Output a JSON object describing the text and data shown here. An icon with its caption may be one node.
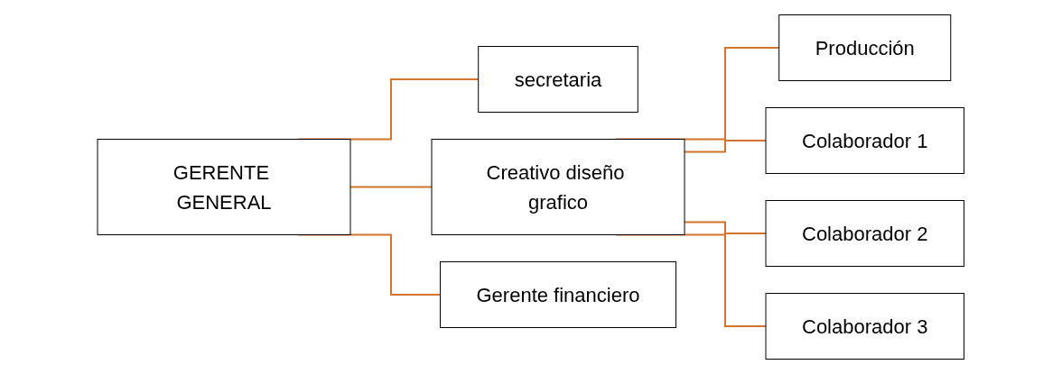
{
  "diagram": {
    "nodes": [
      {
        "text": [
          "GERENTE GENERAL"
        ]
      },
      {
        "text": [
          "secretaria"
        ]
      },
      {
        "text": [
          "Creativo diseño grafico"
        ]
      },
      {
        "text": [
          "Gerente financiero"
        ]
      },
      {
        "text": [
          "Producción"
        ]
      },
      {
        "text": [
          "Colaborador 1"
        ]
      },
      {
        "text": [
          "Colaborador 2"
        ]
      },
      {
        "text": [
          "Colaborador 3"
        ]
      }
    ],
    "edges": [
      {
        "from": 0,
        "to": 1,
        "arrow": "none"
      },
      {
        "from": 0,
        "to": 2,
        "arrow": "none"
      },
      {
        "from": 0,
        "to": 3,
        "arrow": "none"
      },
      {
        "from": 2,
        "to": 4,
        "arrow": "none"
      },
      {
        "from": 2,
        "to": 5,
        "arrow": "none"
      },
      {
        "from": 2,
        "to": 6,
        "arrow": "none"
      },
      {
        "from": 2,
        "to": 7,
        "arrow": "none"
      }
    ]
  }
}
